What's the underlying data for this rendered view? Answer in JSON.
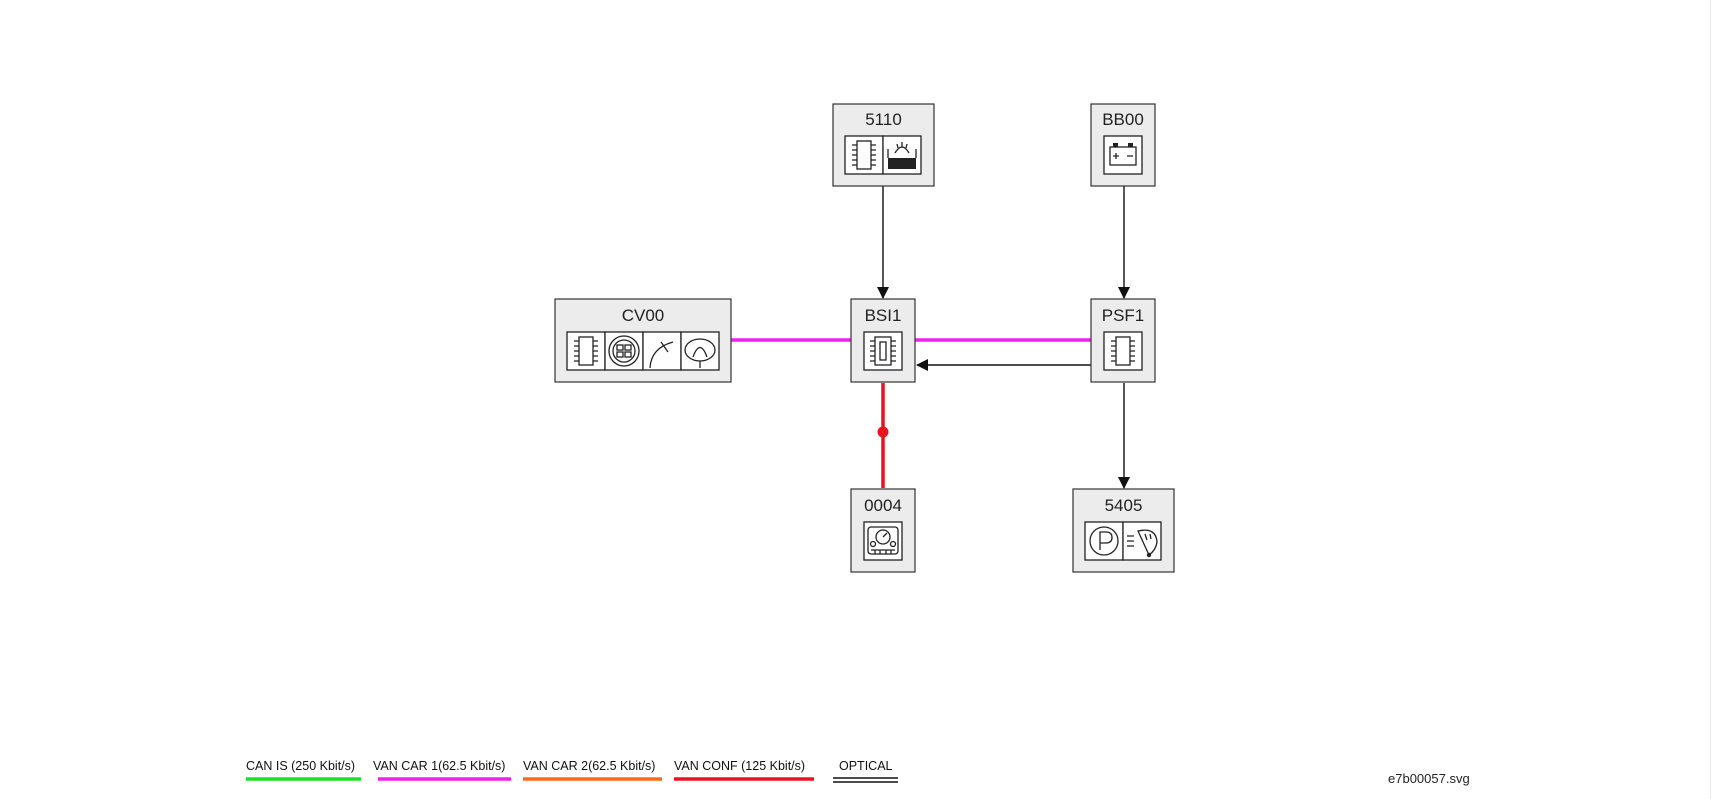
{
  "nodes": {
    "n5110": {
      "label": "5110",
      "icons": [
        "ecu-chip-icon",
        "heater-tank-icon"
      ]
    },
    "bb00": {
      "label": "BB00",
      "icons": [
        "battery-icon"
      ]
    },
    "cv00": {
      "label": "CV00",
      "icons": [
        "ecu-chip-icon",
        "switch-pad-icon",
        "stalk-icon",
        "steering-wheel-icon"
      ]
    },
    "bsi1": {
      "label": "BSI1",
      "icons": [
        "fuse-box-icon"
      ]
    },
    "psf1": {
      "label": "PSF1",
      "icons": [
        "ecu-chip-icon"
      ]
    },
    "n0004": {
      "label": "0004",
      "icons": [
        "instrument-cluster-icon"
      ]
    },
    "n5405": {
      "label": "5405",
      "icons": [
        "park-sensor-icon",
        "wiper-rain-icon"
      ]
    }
  },
  "connections": [
    {
      "from": "5110",
      "to": "BSI1",
      "type": "wire-arrow"
    },
    {
      "from": "BB00",
      "to": "PSF1",
      "type": "wire-arrow"
    },
    {
      "from": "PSF1",
      "to": "BSI1",
      "type": "wire-arrow"
    },
    {
      "from": "PSF1",
      "to": "5405",
      "type": "wire-arrow"
    },
    {
      "from": "CV00",
      "to": "BSI1",
      "type": "VAN CAR 1"
    },
    {
      "from": "BSI1",
      "to": "PSF1",
      "type": "VAN CAR 1"
    },
    {
      "from": "BSI1",
      "to": "0004",
      "type": "VAN CONF"
    }
  ],
  "legend": [
    {
      "label": "CAN IS (250 Kbit/s)",
      "color": "#22dd22",
      "style": "solid"
    },
    {
      "label": "VAN CAR 1(62.5 Kbit/s)",
      "color": "#ee22ee",
      "style": "solid"
    },
    {
      "label": "VAN CAR 2(62.5 Kbit/s)",
      "color": "#ff6a1a",
      "style": "solid"
    },
    {
      "label": "VAN CONF (125 Kbit/s)",
      "color": "#e8141e",
      "style": "solid"
    },
    {
      "label": "OPTICAL",
      "color": "#111111",
      "style": "double"
    }
  ],
  "colors": {
    "wire": "#111111",
    "van_car_1": "#ee22ee",
    "van_conf": "#e8141e"
  },
  "file_ref": "e7b00057.svg"
}
